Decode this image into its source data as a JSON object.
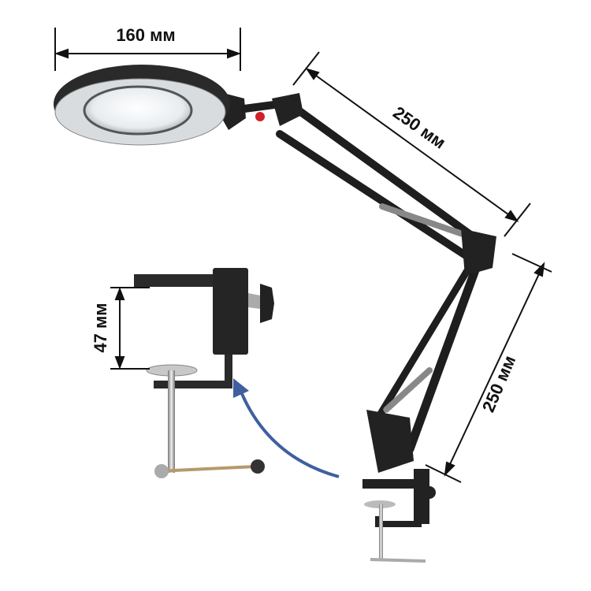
{
  "dimensions": {
    "head_width": "160 мм",
    "upper_arm": "250 мм",
    "lower_arm": "250 мм",
    "clamp_opening": "47 мм"
  },
  "colors": {
    "arm": "#1e1e1e",
    "arrow": "#3f5fa0",
    "metal": "#b8b8b8",
    "button": "#d0202a"
  }
}
